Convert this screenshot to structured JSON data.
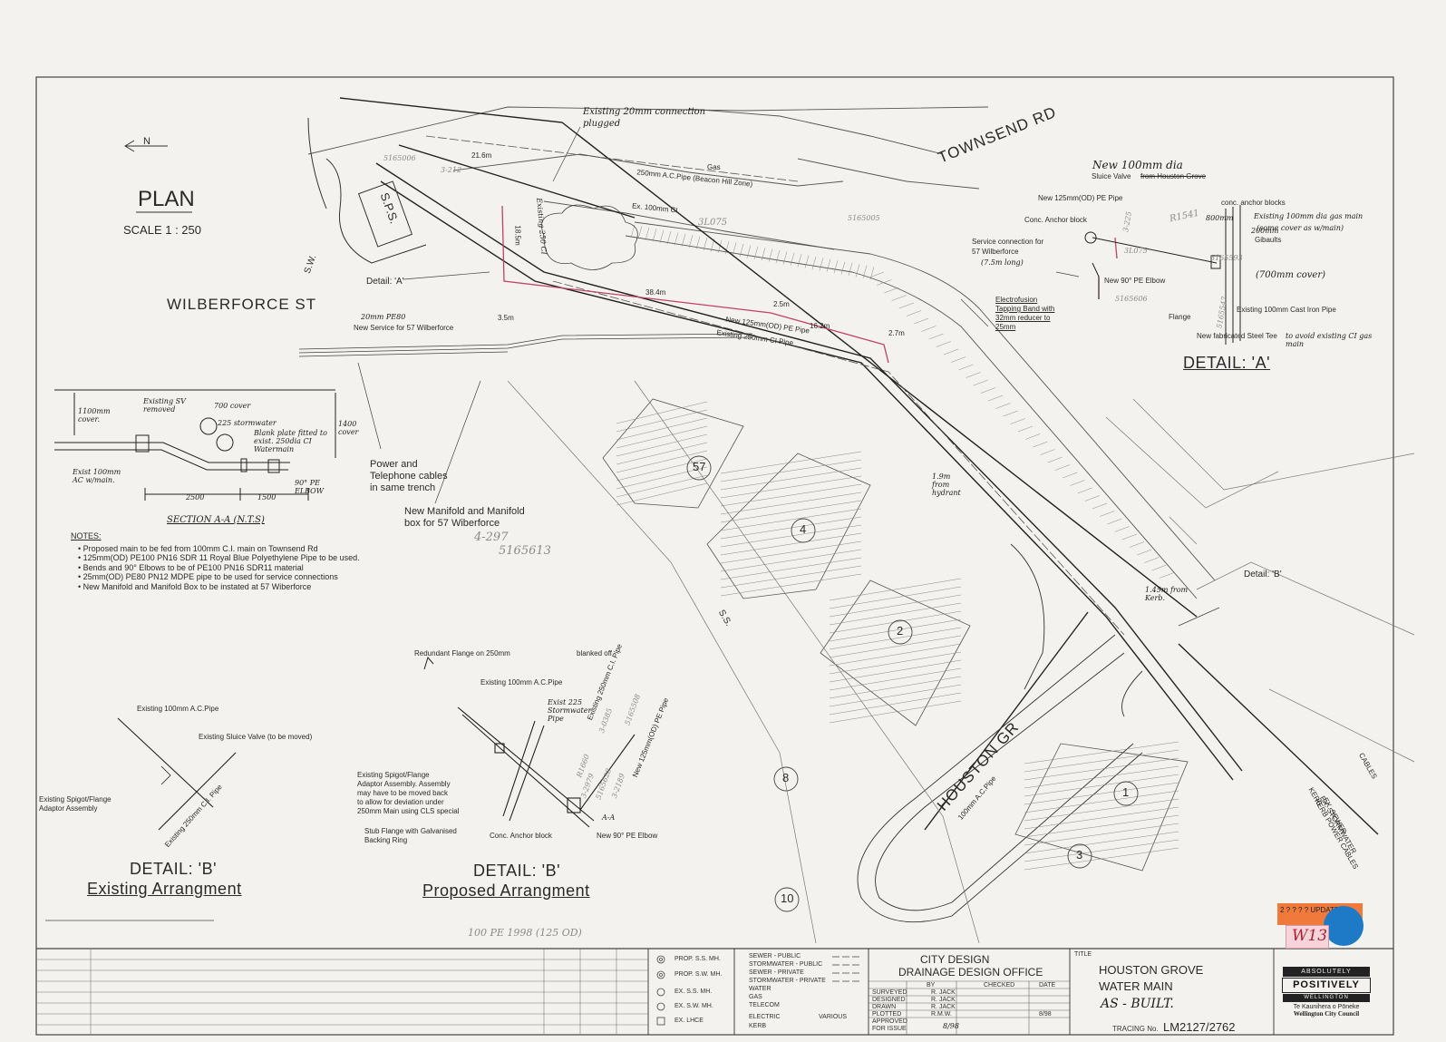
{
  "plan": {
    "north_arrow": "N",
    "title": "PLAN",
    "scale": "SCALE    1 : 250"
  },
  "streets": {
    "wilberforce": "WILBERFORCE  ST",
    "townsend": "TOWNSEND  RD",
    "houston": "HOUSTON  GR"
  },
  "lot_numbers": [
    "57",
    "4",
    "2",
    "8",
    "1",
    "3",
    "10"
  ],
  "plan_labels": {
    "existing_20mm_connection": "Existing 20mm connection",
    "plugged": "plugged",
    "gas": "Gas",
    "ac_pipe_250": "250mm A.C.Pipe (Beacon Hill Zone)",
    "ex_100_ci": "Ex. 100mm CI",
    "sps": "S.P.S.",
    "sw": "S.W.",
    "detail_a_ref": "Detail: 'A'",
    "pe80_20mm": "20mm PE80",
    "new_service_57": "New Service for 57 Wilberforce",
    "new_125_pe": "New 125mm(OD) PE Pipe",
    "existing_250_ci": "Existing 250mm CI Pipe",
    "dim_38_4": "38.4m",
    "dim_2_5": "2.5m",
    "dim_16_2": "16.2m",
    "dim_2_7": "2.7m",
    "dim_18_5": "18.5m",
    "dim_21_6": "21.6m",
    "dim_3_5": "3.5m",
    "existing_ci": "Existing 250 CI",
    "power_tel_1": "Power and",
    "power_tel_2": "Telephone cables",
    "power_tel_3": "in same trench",
    "manifold_1": "New Manifold and Manifold",
    "manifold_2": "box for 57 Wiberforce",
    "hydrant_dist": "1.9m from hydrant",
    "kerb_dist": "1.45m from Kerb.",
    "detail_b_ref": "Detail: 'B'",
    "ss": "S.S.",
    "ac_pipe_100": "100mm A.C.Pipe",
    "cables": "CABLES",
    "kerb": "KERB",
    "ex_sewer": "EX. SEWER",
    "ex_stormwater": "EX. STORMWATER",
    "kerb_power": "KERB POWER CABLES"
  },
  "pencil_notes": {
    "n1": "3-212",
    "n2": "5165006",
    "n3": "3L075",
    "n4": "5165005",
    "n5": "4-297",
    "n6": "5165613",
    "n7": "100 PE 1998 (125 OD)",
    "n8": "R1541",
    "n9": "5165593",
    "n10": "3-225",
    "n11": "3L075",
    "n12": "5165606",
    "n13": "5165547",
    "n14": "R1660",
    "n15": "3-0385",
    "n16": "5165508",
    "n17": "3-2979",
    "n18": "5165628",
    "n19": "3-2189"
  },
  "section": {
    "title": "SECTION  A-A  (N.T.S)",
    "cover_1100": "1100mm cover.",
    "existing_sv": "Existing SV removed",
    "cover_700": "700 cover",
    "stormwater_225": "225 stormwater",
    "blank_plate": "Blank plate fitted to exist. 250dia CI Watermain",
    "cover_1400": "1400 cover",
    "exist_100": "Exist 100mm AC w/main.",
    "elbow": "90° PE ELBOW",
    "dim_2500": "2500",
    "dim_1500": "1500"
  },
  "notes": {
    "heading": "NOTES:",
    "items": [
      "Proposed main to be fed from 100mm C.I. main on Townsend Rd",
      "125mm(OD) PE100 PN16 SDR 11 Royal Blue Polyethylene Pipe to be used.",
      "Bends and 90° Elbows to be of PE100 PN16 SDR11 material",
      "25mm(OD) PE80 PN12 MDPE pipe to be used for service connections",
      "New Manifold and Manifold Box to be instated at 57 Wiberforce"
    ]
  },
  "detail_a": {
    "title": "DETAIL:  'A'",
    "new_100_sluice": "New 100mm dia",
    "sluice_valve": "Sluice Valve",
    "from_houston": "from Houston Grove",
    "new_125": "New 125mm(OD) PE Pipe",
    "conc_anchor": "Conc. Anchor block",
    "conc_anchor_blocks": "conc. anchor blocks",
    "existing_gas": "Existing 100mm dia gas main",
    "some_cover": "(some cover as w/main)",
    "dim_800": "800mm",
    "dim_200": "200mm",
    "gibaults": "Gibaults",
    "cover_700": "(700mm cover)",
    "service_conn_1": "Service connection for",
    "service_conn_2": "57 Wilberforce",
    "service_len": "(7.5m long)",
    "new_90": "New 90° PE Elbow",
    "electrofusion_1": "Electrofusion",
    "electrofusion_2": "Tapping Band with",
    "electrofusion_3": "32mm reducer to",
    "electrofusion_4": "25mm",
    "existing_100_ci": "Existing 100mm Cast Iron Pipe",
    "flange": "Flange",
    "new_tee": "New fabricated Steel Tee",
    "avoid_gas": "to avoid existing CI gas main"
  },
  "detail_b_existing": {
    "title_1": "DETAIL:  'B'",
    "title_2": "Existing Arrangment",
    "ac_pipe": "Existing 100mm A.C.Pipe",
    "sluice": "Existing Sluice Valve (to be moved)",
    "spigot_1": "Existing Spigot/Flange",
    "spigot_2": "Adaptor Assembly",
    "ci_pipe": "Existing 250mm C.I. Pipe"
  },
  "detail_b_proposed": {
    "title_1": "DETAIL:  'B'",
    "title_2": "Proposed Arrangment",
    "redundant": "Redundant Flange on 250mm",
    "blanked": "blanked off",
    "ac_pipe": "Existing 100mm A.C.Pipe",
    "ci_pipe": "Existing 250mm C.I. Pipe",
    "storm": "Exist 225 Stormwater Pipe",
    "new_pe": "New 125mm(OD) PE Pipe",
    "spigot_1": "Existing Spigot/Flange",
    "spigot_2": "Adaptor Assembly. Assembly",
    "spigot_3": "may have to be moved back",
    "spigot_4": "to allow for deviation under",
    "spigot_5": "250mm Main using CLS special",
    "stub_1": "Stub Flange with Galvanised",
    "stub_2": "Backing Ring",
    "conc_anchor": "Conc. Anchor block",
    "new_90": "New 90° PE Elbow",
    "section_mark": "A-A"
  },
  "legend": {
    "symbols": [
      "PROP. S.S. MH.",
      "PROP. S.W. MH.",
      "EX. S.S. MH.",
      "EX. S.W. MH.",
      "EX. LHCE"
    ],
    "lines": [
      "SEWER - PUBLIC",
      "STORMWATER - PUBLIC",
      "SEWER - PRIVATE",
      "STORMWATER - PRIVATE",
      "WATER",
      "GAS",
      "TELECOM",
      "ELECTRIC",
      "KERB"
    ],
    "various": "VARIOUS"
  },
  "office": {
    "line1": "CITY DESIGN",
    "line2": "DRAINAGE DESIGN OFFICE",
    "col_by": "BY",
    "col_checked": "CHECKED",
    "col_date": "DATE",
    "rows": [
      {
        "role": "SURVEYED",
        "by": "R. JACK"
      },
      {
        "role": "DESIGNED",
        "by": "R. JACK"
      },
      {
        "role": "DRAWN",
        "by": "R. JACK"
      },
      {
        "role": "PLOTTED",
        "by": "R.M.W."
      },
      {
        "role": "APPROVED FOR ISSUE",
        "by": ""
      }
    ],
    "date": "8/98",
    "approved_date": "8/98"
  },
  "title_block": {
    "label": "TITLE",
    "line1": "HOUSTON GROVE",
    "line2": "WATER MAIN",
    "line3": "AS - BUILT.",
    "tracing_label": "TRACING No.",
    "tracing_no": "LM2127/2762"
  },
  "stamps": {
    "orange_text": "2 ? ? ? ? UPDATED",
    "sticker": "W13"
  },
  "logo": {
    "top": "ABSOLUTELY",
    "mid": "POSITIVELY",
    "bottom": "WELLINGTON",
    "maori": "Te Kaunihera o Pōneke",
    "council": "Wellington City Council"
  },
  "colors": {
    "paper": "#f3f2ee",
    "ink": "#2a2a2a",
    "red_line": "#c0416a",
    "orange_stamp": "#f07a3c",
    "blue_dot": "#1e79c6"
  }
}
